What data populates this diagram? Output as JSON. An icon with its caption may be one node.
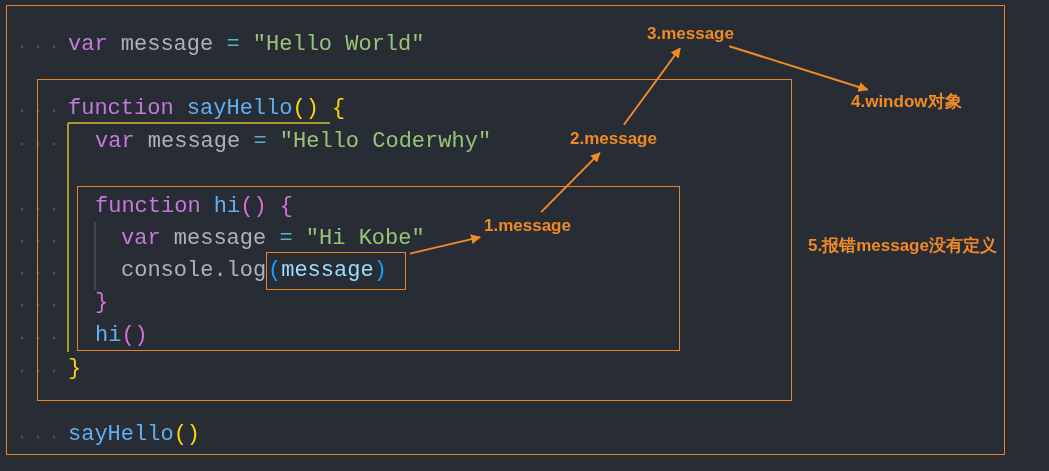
{
  "diagram": {
    "nodes": [
      {
        "text": [
          "var message = \"Hello World\"",
          "sayHello()"
        ]
      },
      {
        "text": [
          "function sayHello() {",
          "var message = \"Hello Coderwhy\"",
          "}"
        ],
        "in": 0
      },
      {
        "text": [
          "function hi() {",
          "var message = \"Hi Kobe\"",
          "console.log",
          "}",
          "hi()"
        ],
        "in": 1
      },
      {
        "text": [
          "(message)"
        ],
        "in": 2
      },
      {
        "text": [
          "1.message"
        ],
        "in": 2
      },
      {
        "text": [
          "2.message"
        ],
        "in": 1
      },
      {
        "text": [
          "3.message"
        ],
        "in": 0
      },
      {
        "text": [
          "4.window对象"
        ],
        "in": 0
      }
    ],
    "edges": [
      {
        "from": 3,
        "to": 4,
        "arrow": "to"
      },
      {
        "from": 4,
        "to": 5,
        "arrow": "to"
      },
      {
        "from": 5,
        "to": 6,
        "arrow": "to"
      },
      {
        "from": 6,
        "to": 7,
        "arrow": "to"
      }
    ],
    "labels": [
      "5.报错message没有定义"
    ]
  }
}
